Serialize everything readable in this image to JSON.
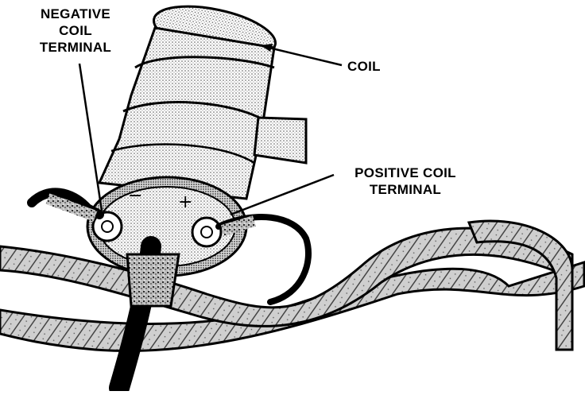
{
  "diagram": {
    "labels": {
      "negative_terminal": [
        "NEGATIVE",
        "COIL",
        "TERMINAL"
      ],
      "coil": "COIL",
      "positive_terminal": [
        "POSITIVE COIL",
        "TERMINAL"
      ]
    },
    "symbols": {
      "minus": "−",
      "plus": "+"
    }
  }
}
